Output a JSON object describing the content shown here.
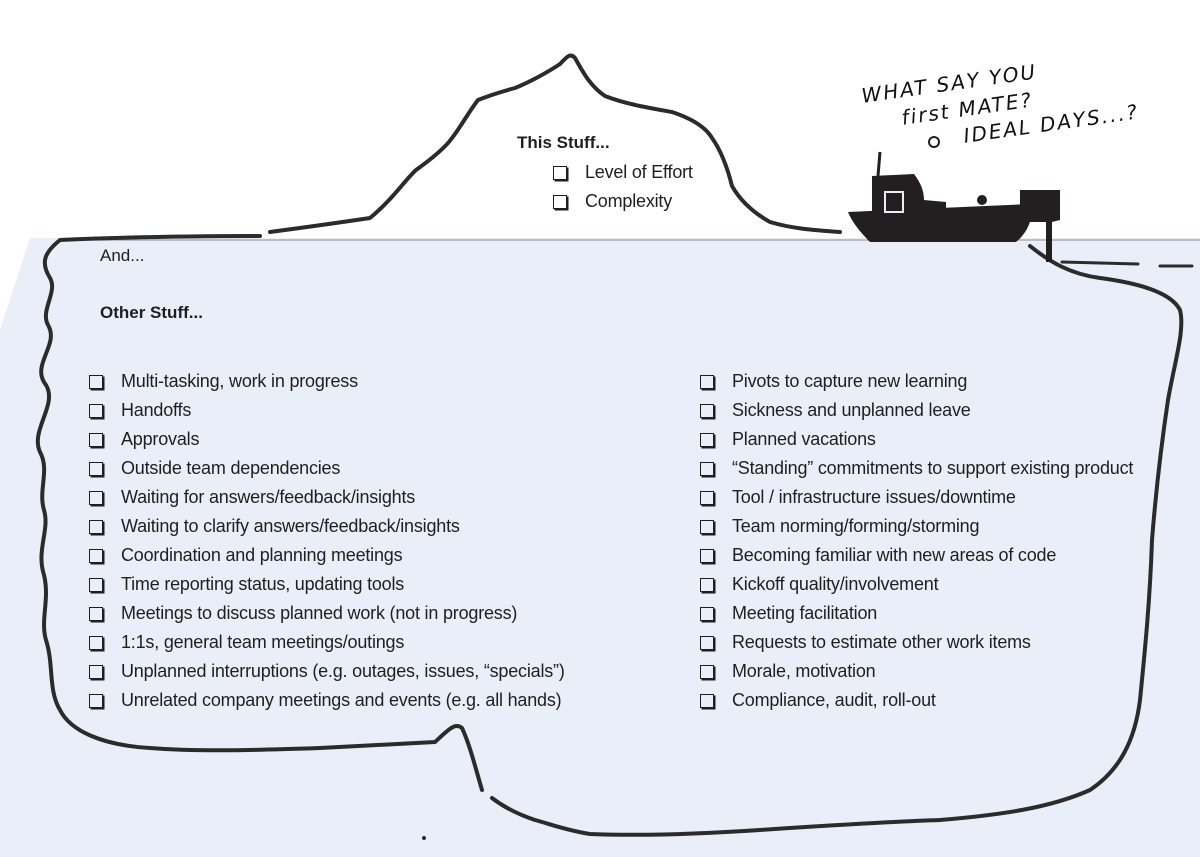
{
  "tip": {
    "title": "This Stuff...",
    "items": [
      "Level of Effort",
      "Complexity"
    ]
  },
  "below": {
    "intro": "And...",
    "title": "Other Stuff...",
    "left_items": [
      "Multi-tasking, work in progress",
      "Handoffs",
      "Approvals",
      "Outside team dependencies",
      "Waiting for answers/feedback/insights",
      "Waiting to clarify answers/feedback/insights",
      "Coordination and planning meetings",
      "Time reporting status, updating tools",
      "Meetings to discuss planned work (not in progress)",
      "1:1s, general team meetings/outings",
      "Unplanned interruptions (e.g. outages, issues, “specials”)",
      "Unrelated company meetings and events (e.g. all hands)"
    ],
    "right_items": [
      "Pivots to capture new learning",
      "Sickness and unplanned leave",
      "Planned vacations",
      "“Standing” commitments to support existing product",
      "Tool / infrastructure issues/downtime",
      "Team norming/forming/storming",
      "Becoming familiar with new areas of code",
      "Kickoff quality/involvement",
      "Meeting facilitation",
      "Requests to estimate other work items",
      "Morale, motivation",
      "Compliance, audit, roll-out"
    ]
  },
  "speech": {
    "line1": "WHAT SAY YOU",
    "line2": "first MATE?",
    "line3": "IDEAL DAYS...?"
  },
  "colors": {
    "water": "#e9eef8",
    "ink": "#2b2b2b"
  }
}
